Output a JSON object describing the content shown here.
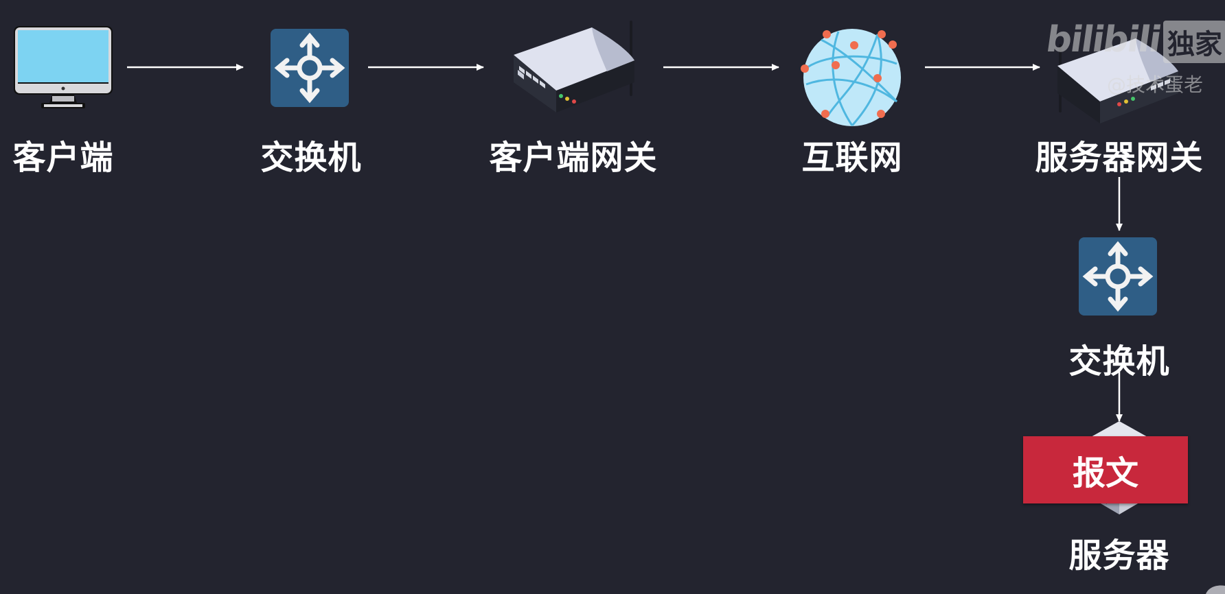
{
  "watermark": {
    "brand": "bilibili",
    "badge": "独家",
    "author": "@技术蛋老"
  },
  "nodes": {
    "client": {
      "label": "客户端",
      "icon": "monitor-icon"
    },
    "switch1": {
      "label": "交换机",
      "icon": "switch-icon"
    },
    "client_gateway": {
      "label": "客户端网关",
      "icon": "router-icon"
    },
    "internet": {
      "label": "互联网",
      "icon": "globe-icon"
    },
    "server_gateway": {
      "label": "服务器网关",
      "icon": "router-icon"
    },
    "switch2": {
      "label": "交换机",
      "icon": "switch-icon"
    },
    "server": {
      "label": "服务器",
      "icon": "server-icon"
    }
  },
  "packet": {
    "label": "报文"
  },
  "colors": {
    "background": "#23242f",
    "switch": "#2f5e86",
    "packet": "#c8283c",
    "globe": "#bfe8f9",
    "globe_node": "#f06d4f",
    "screen": "#7dd3f2"
  }
}
